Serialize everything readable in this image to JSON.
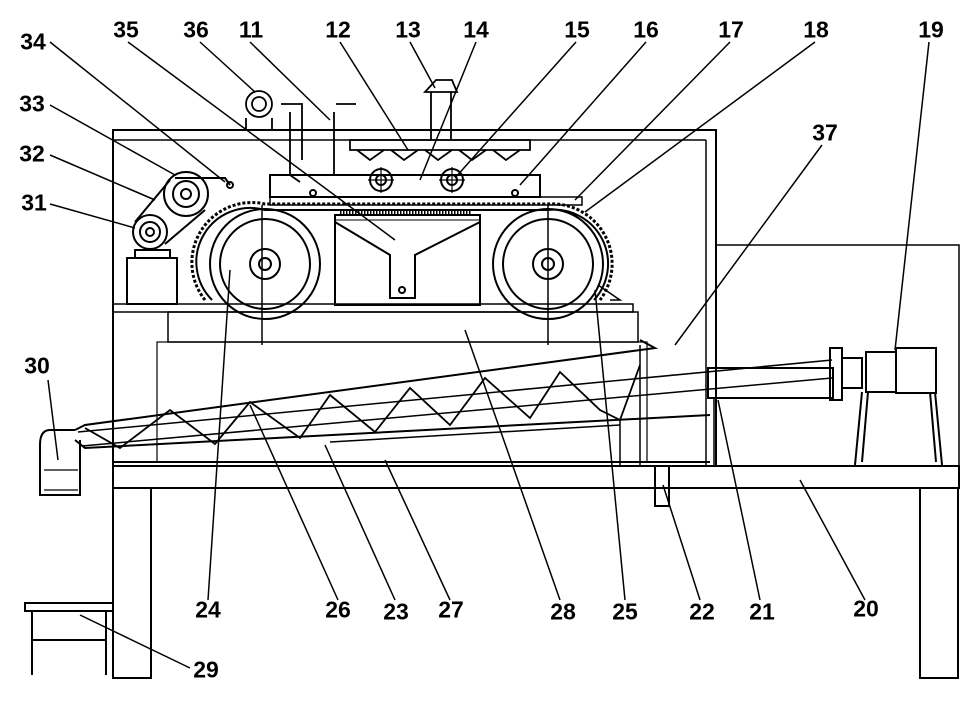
{
  "callouts": {
    "c11": "11",
    "c12": "12",
    "c13": "13",
    "c14": "14",
    "c15": "15",
    "c16": "16",
    "c17": "17",
    "c18": "18",
    "c19": "19",
    "c20": "20",
    "c21": "21",
    "c22": "22",
    "c23": "23",
    "c24": "24",
    "c25": "25",
    "c26": "26",
    "c27": "27",
    "c28": "28",
    "c29": "29",
    "c30": "30",
    "c31": "31",
    "c32": "32",
    "c33": "33",
    "c34": "34",
    "c35": "35",
    "c36": "36",
    "c37": "37"
  },
  "colors": {
    "line": "#000000",
    "background": "#ffffff"
  }
}
